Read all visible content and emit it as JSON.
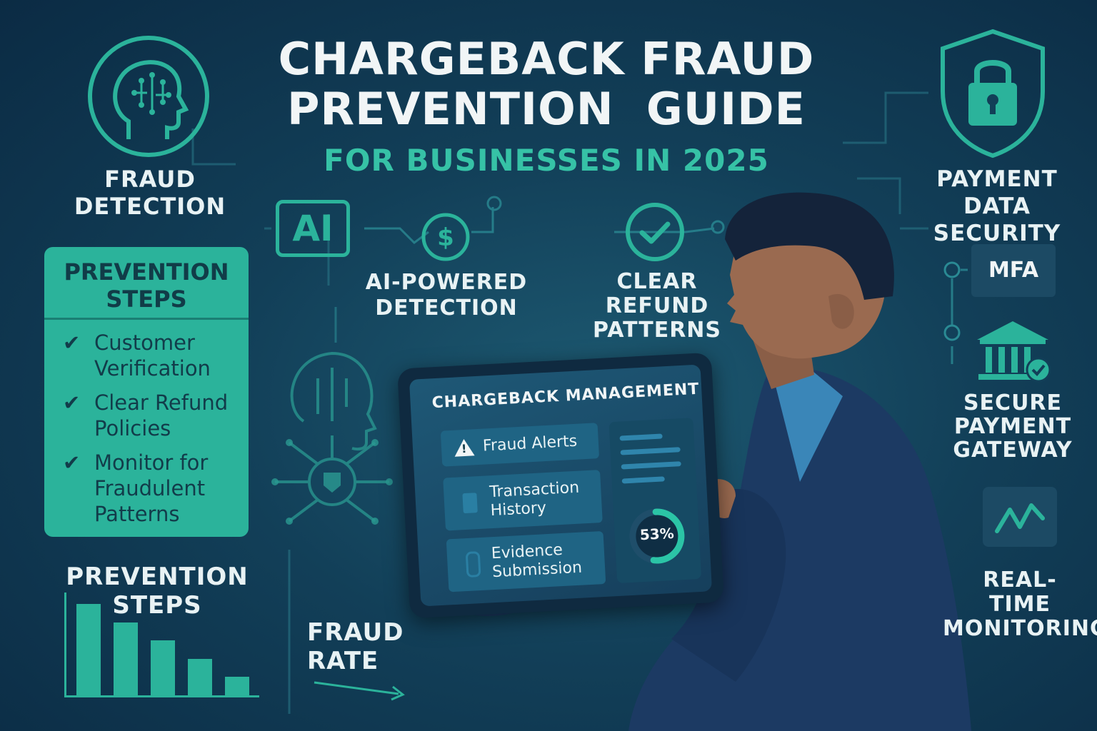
{
  "header": {
    "title_line1": "CHARGEBACK FRAUD",
    "title_line2": "PREVENTION  GUIDE",
    "subtitle": "FOR BUSINESSES IN 2025"
  },
  "fraud_detection": {
    "line1": "FRAUD",
    "line2": "DETECTION",
    "icon": "brain-head-icon"
  },
  "prevention_card": {
    "title_line1": "PREVENTION",
    "title_line2": "STEPS",
    "items": [
      {
        "check": "✔",
        "label": "Customer Verification"
      },
      {
        "check": "✔",
        "label": "Clear Refund Policies"
      },
      {
        "check": "✔",
        "label": "Monitor for Fraudulent Patterns"
      }
    ]
  },
  "prevention_chart": {
    "title_line1": "PREVENTION",
    "title_line2": "STEPS",
    "values": [
      5,
      4,
      3,
      2,
      1
    ]
  },
  "ai_feature": {
    "badge": "AI",
    "line1": "AI-POWERED",
    "line2": "DETECTION",
    "icon": "dollar-coin-icon"
  },
  "refund_feature": {
    "line1": "CLEAR",
    "line2": "REFUND",
    "line3": "PATTERNS",
    "icon": "check-circle-icon"
  },
  "fraud_rate": {
    "line1": "FRAUD",
    "line2": "RATE"
  },
  "tablet": {
    "title": "CHARGEBACK MANAGEMENT",
    "alert_glyph": "!",
    "items": [
      {
        "label_line1": "Fraud Alerts",
        "label_line2": "",
        "icon": "warning-icon"
      },
      {
        "label_line1": "Transaction",
        "label_line2": "History",
        "icon": "document-icon"
      },
      {
        "label_line1": "Evidence",
        "label_line2": "Submission",
        "icon": "paperclip-icon"
      }
    ],
    "gauge_label": "53%",
    "gauge_value": 0.53
  },
  "right_panel": {
    "payment_security": {
      "line1": "PAYMENT",
      "line2": "DATA SECURITY",
      "icon": "shield-lock-icon"
    },
    "mfa": "MFA",
    "gateway": {
      "line1": "SECURE",
      "line2": "PAYMENT",
      "line3": "GATEWAY",
      "icon": "bank-icon"
    },
    "monitoring": {
      "line1": "REAL-",
      "line2": "TIME",
      "line3": "MONITORING",
      "icon": "pulse-icon"
    }
  },
  "colors": {
    "accent": "#2bb39b",
    "teal_text": "#36c2a6",
    "background": "#123f58",
    "card_text": "#123c4a"
  }
}
